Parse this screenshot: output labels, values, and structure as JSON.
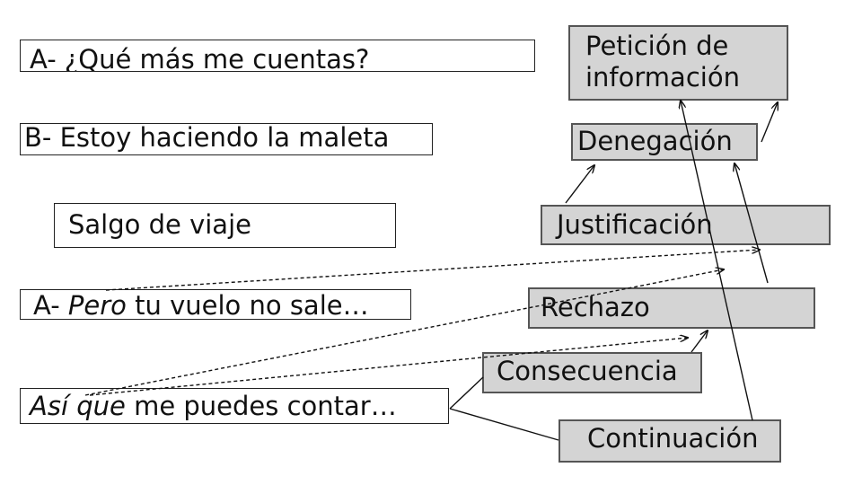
{
  "utterances": [
    {
      "parts": [
        {
          "text": "A- ¿Qué más me cuentas?",
          "italic": false
        }
      ]
    },
    {
      "parts": [
        {
          "text": "B- Estoy haciendo la maleta",
          "italic": false
        }
      ]
    },
    {
      "parts": [
        {
          "text": "Salgo de viaje",
          "italic": false
        }
      ]
    },
    {
      "parts": [
        {
          "text": "A- ",
          "italic": false
        },
        {
          "text": "Pero",
          "italic": true
        },
        {
          "text": " tu vuelo no sale…",
          "italic": false
        }
      ]
    },
    {
      "parts": [
        {
          "text": "Así que",
          "italic": true
        },
        {
          "text": " me puedes contar…",
          "italic": false
        }
      ]
    }
  ],
  "functions": {
    "peticion": "Petición de información",
    "denegacion": "Denegación",
    "justificacion": "Justificación",
    "rechazo": "Rechazo",
    "consecuencia": "Consecuencia",
    "continuacion": "Continuación"
  },
  "colors": {
    "label_fill": "#d4d4d4",
    "line": "#111111"
  }
}
